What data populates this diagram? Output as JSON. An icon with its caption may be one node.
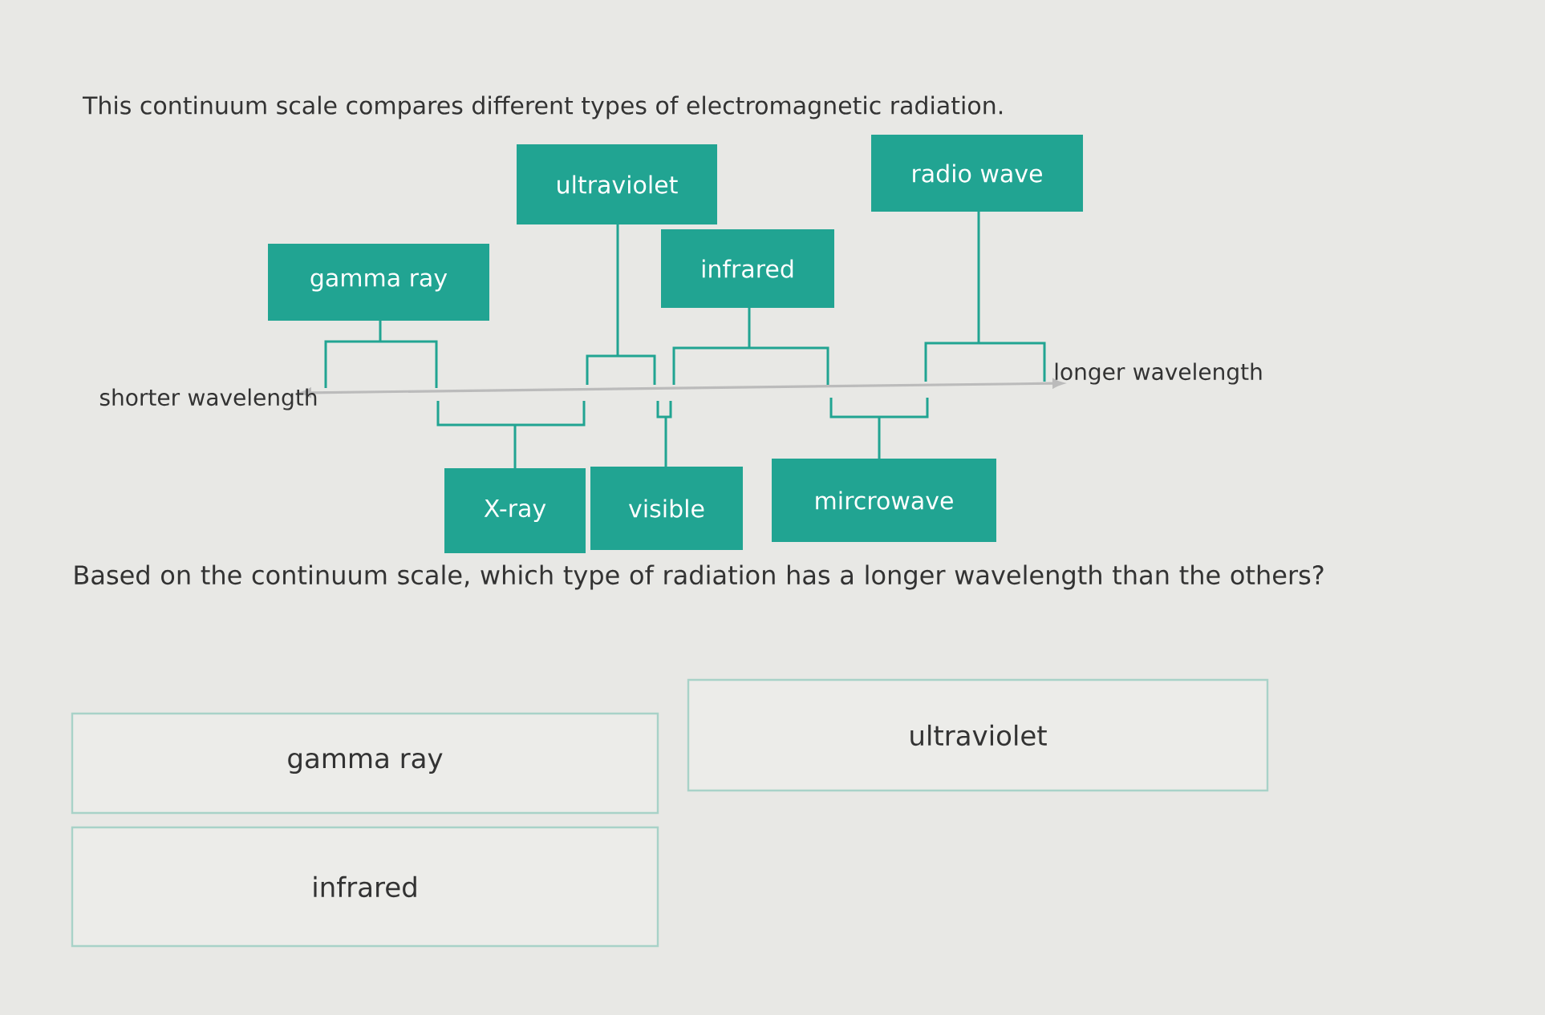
{
  "diagram": {
    "title": "This continuum scale compares different types of electromagnetic radiation.",
    "nodes": [
      {
        "text": [
          "gamma ray"
        ]
      },
      {
        "text": [
          "ultraviolet"
        ]
      },
      {
        "text": [
          "infrared"
        ]
      },
      {
        "text": [
          "radio wave"
        ]
      },
      {
        "text": [
          "X-ray"
        ]
      },
      {
        "text": [
          "visible"
        ]
      },
      {
        "text": [
          "mircrowave"
        ]
      },
      {
        "text": [
          "gamma ray"
        ]
      },
      {
        "text": [
          "ultraviolet"
        ]
      },
      {
        "text": [
          "infrared"
        ]
      }
    ],
    "labels": [
      "shorter wavelength",
      "longer wavelength",
      "Based on the continuum scale, which type of radiation has a longer wavelength than the others?"
    ]
  }
}
